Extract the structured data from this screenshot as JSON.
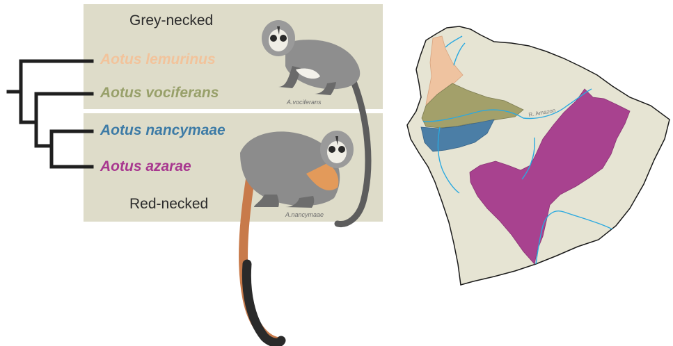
{
  "groups": {
    "top": "Grey-necked",
    "bottom": "Red-necked"
  },
  "species": [
    {
      "name": "Aotus lemurinus",
      "color": "#f2c39b"
    },
    {
      "name": "Aotus vociferans",
      "color": "#98a06a"
    },
    {
      "name": "Aotus nancymaae",
      "color": "#3d7ba6"
    },
    {
      "name": "Aotus azarae",
      "color": "#a8378f"
    }
  ],
  "illustrations": {
    "top_caption": "A.vociferans",
    "bottom_caption": "A.nancymaae"
  },
  "map": {
    "river_label": "R. Amazon",
    "range_colors": {
      "lemurinus": "#efc3a0",
      "vociferans": "#a3a06a",
      "nancymaae": "#4b7ea6",
      "azarae": "#a8428f",
      "land": "#e6e4d3",
      "river": "#2aa9e0"
    }
  }
}
